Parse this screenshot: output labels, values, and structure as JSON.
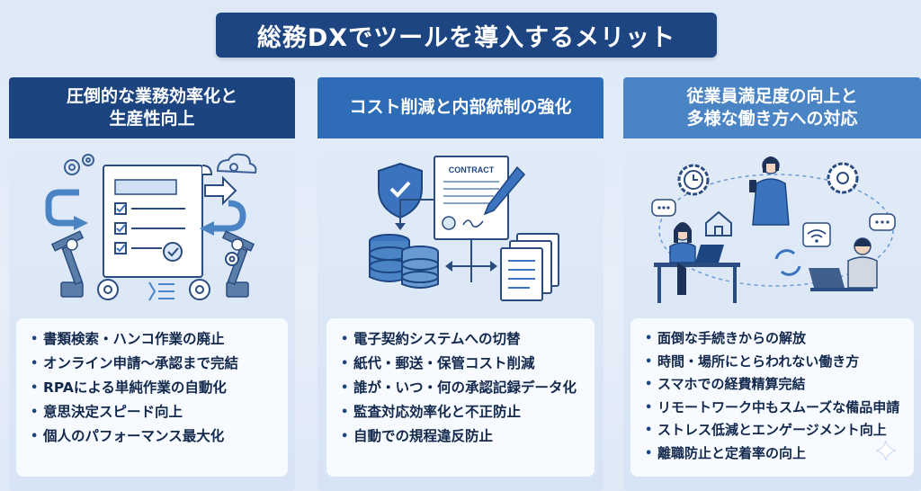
{
  "title": "総務DXでツールを導入するメリット",
  "columns": [
    {
      "heading": [
        "圧倒的な業務効率化と",
        "生産性向上"
      ],
      "items": [
        "書類検索・ハンコ作業の廃止",
        "オンライン申請〜承認まで完結",
        "RPAによる単純作業の自動化",
        "意思決定スピード向上",
        "個人のパフォーマンス最大化"
      ]
    },
    {
      "heading": [
        "コスト削減と内部統制の強化"
      ],
      "contract_label": "CONTRACT",
      "items": [
        "電子契約システムへの切替",
        "紙代・郵送・保管コスト削減",
        "誰が・いつ・何の承認記録データ化",
        "監査対応効率化と不正防止",
        "自動での規程違反防止"
      ]
    },
    {
      "heading": [
        "従業員満足度の向上と",
        "多様な働き方への対応"
      ],
      "items": [
        "面倒な手続きからの解放",
        "時間・場所にとらわれない働き方",
        "スマホでの経費精算完結",
        "リモートワーク中もスムーズな備品申請",
        "ストレス低減とエンゲージメント向上",
        "離職防止と定着率の向上"
      ]
    }
  ],
  "colors": {
    "title_bg": "#1d4581",
    "col1_head": "#1b4480",
    "col2_head": "#2e6cb7",
    "col3_head": "#4a84c4",
    "accent": "#3b73bf"
  }
}
